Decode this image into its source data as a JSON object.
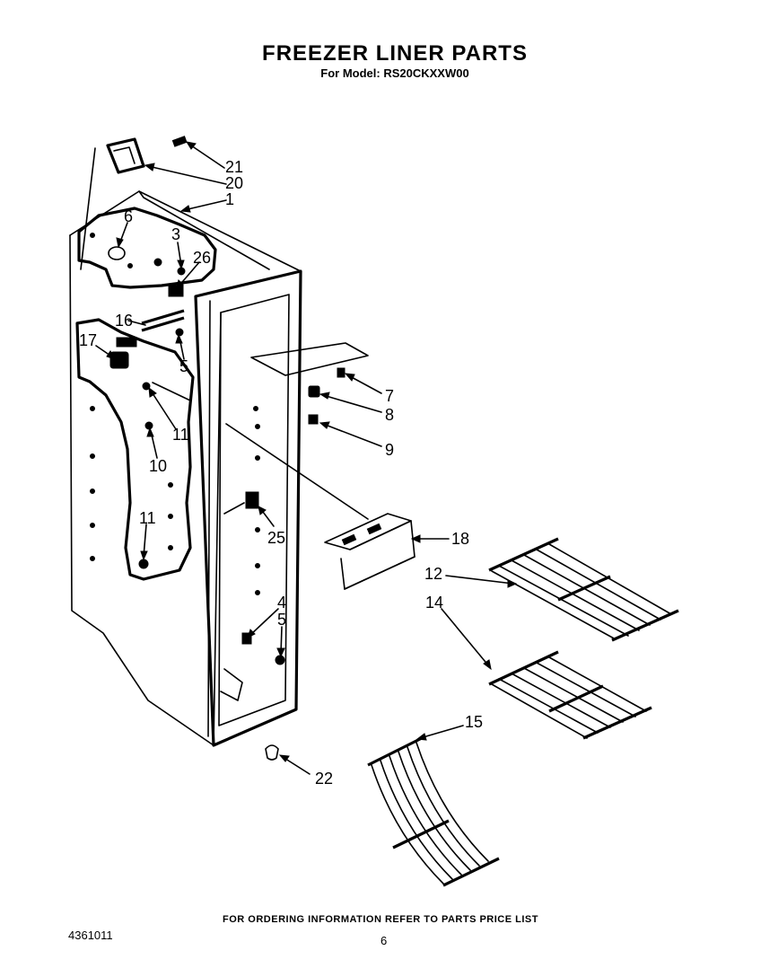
{
  "header": {
    "title": "FREEZER LINER PARTS",
    "subtitle": "For Model: RS20CKXXW00"
  },
  "footer": {
    "ordering_note": "FOR ORDERING INFORMATION REFER TO PARTS PRICE LIST",
    "doc_number": "4361011",
    "page_number": "6"
  },
  "callouts": {
    "c21": "21",
    "c20": "20",
    "c1": "1",
    "c6": "6",
    "c3": "3",
    "c26": "26",
    "c16": "16",
    "c17": "17",
    "c5a": "5",
    "c11a": "11",
    "c10": "10",
    "c11b": "11",
    "c7": "7",
    "c8": "8",
    "c9": "9",
    "c25": "25",
    "c18": "18",
    "c12": "12",
    "c14": "14",
    "c4": "4",
    "c5b": "5",
    "c15": "15",
    "c22": "22"
  }
}
